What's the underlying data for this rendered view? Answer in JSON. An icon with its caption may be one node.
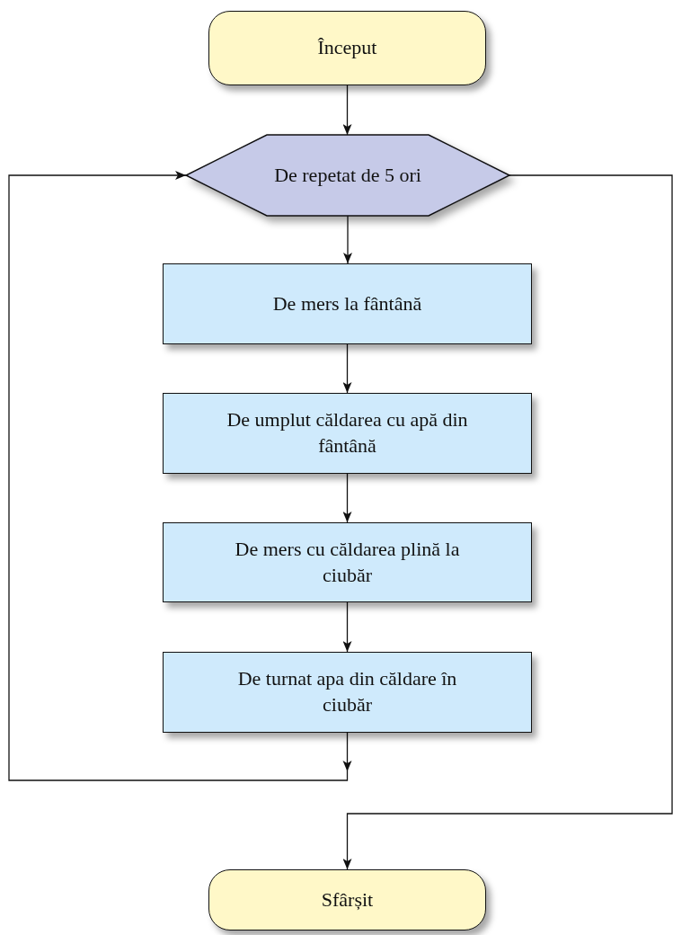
{
  "diagram": {
    "nodes": [
      {
        "text": [
          "Început"
        ]
      },
      {
        "text": [
          "De repetat de 5 ori"
        ]
      },
      {
        "text": [
          "De mers la fântână"
        ]
      },
      {
        "text": [
          "De umplut căldarea cu apă din fântână"
        ]
      },
      {
        "text": [
          "De mers cu căldarea plină la ciubăr"
        ]
      },
      {
        "text": [
          "De turnat apa din căldare în ciubăr"
        ]
      },
      {
        "text": [
          "Sfârșit"
        ]
      }
    ],
    "edges": [
      {
        "from": 0,
        "to": 1,
        "arrow": "to"
      },
      {
        "from": 1,
        "to": 2,
        "arrow": "to"
      },
      {
        "from": 2,
        "to": 3,
        "arrow": "to"
      },
      {
        "from": 3,
        "to": 4,
        "arrow": "to"
      },
      {
        "from": 4,
        "to": 5,
        "arrow": "to"
      },
      {
        "from": 5,
        "to": 1,
        "arrow": "to"
      },
      {
        "from": 1,
        "to": 6,
        "arrow": "to"
      }
    ]
  }
}
